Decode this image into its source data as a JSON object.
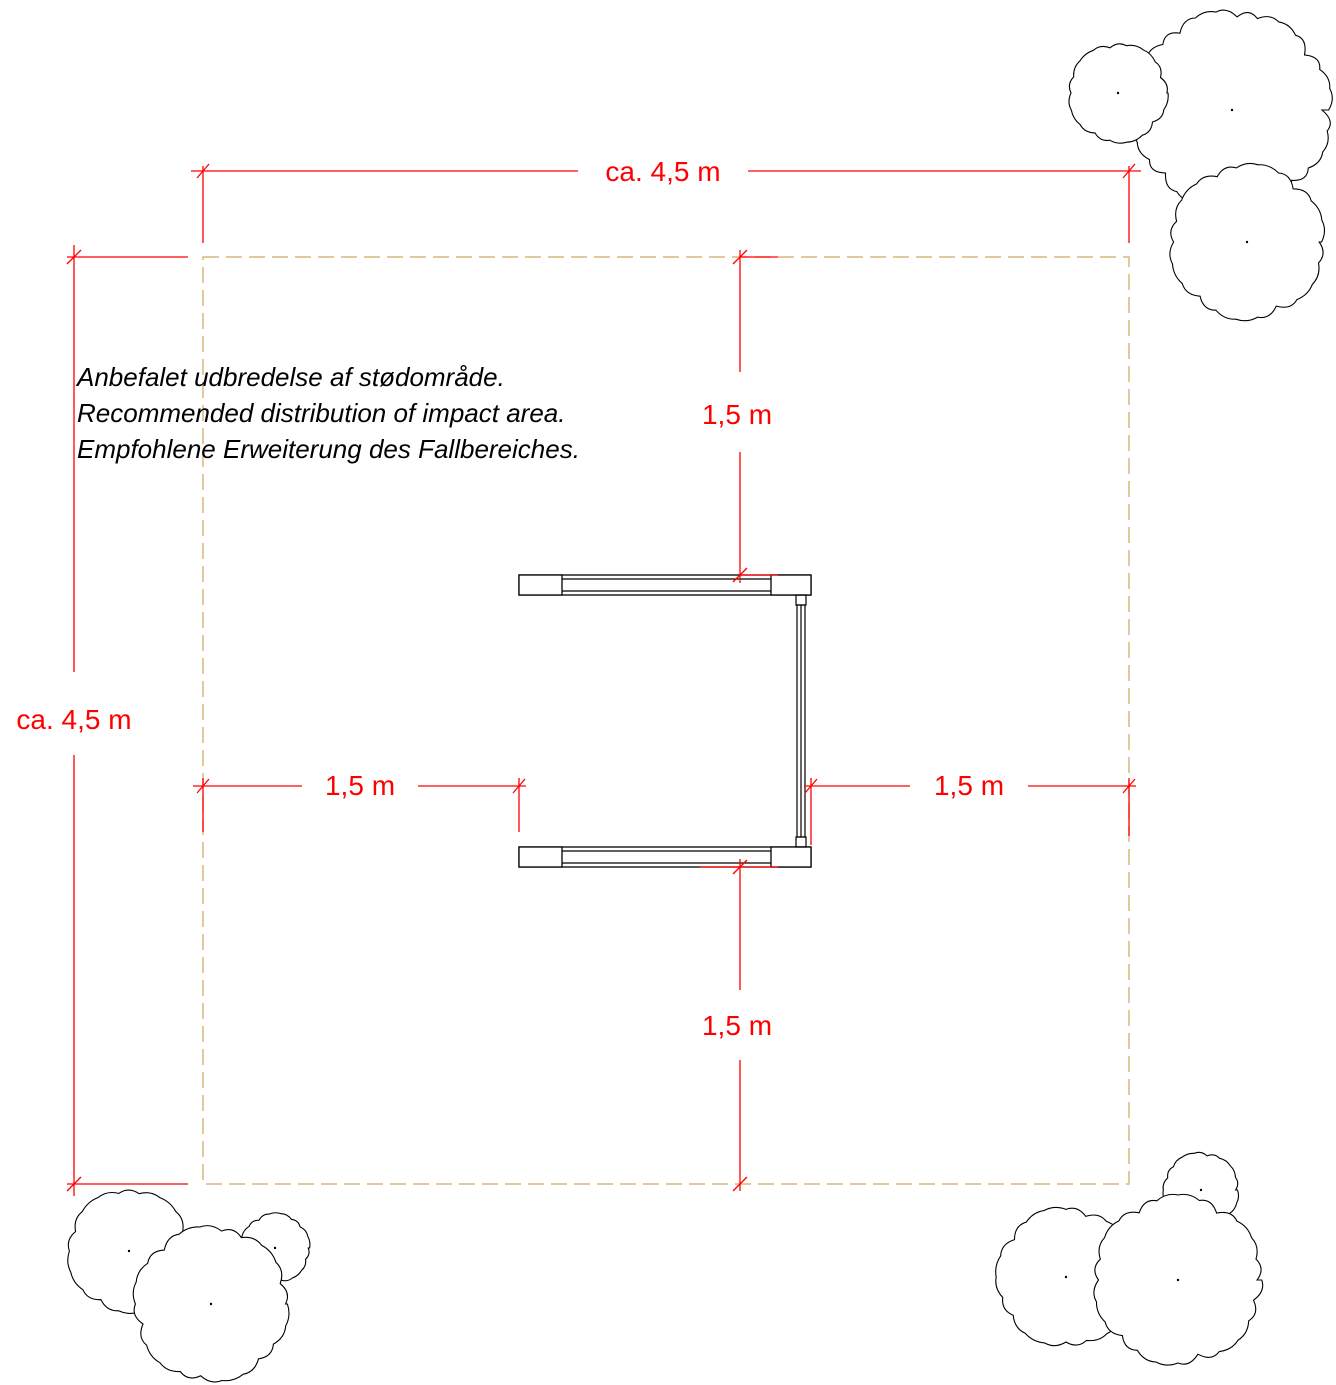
{
  "colors": {
    "dimension": "#ff0000",
    "impact_area": "#d8b77d",
    "equipment": "#000000",
    "tree": "#000000",
    "background": "#ffffff"
  },
  "note": {
    "lines": [
      "Anbefalet udbredelse af stødområde.",
      "Recommended distribution of impact area.",
      "Empfohlene Erweiterung des Fallbereiches."
    ]
  },
  "dimensions": {
    "overall_width": "ca. 4,5 m",
    "overall_height": "ca. 4,5 m",
    "clearance_top": "1,5 m",
    "clearance_bottom": "1,5 m",
    "clearance_left": "1,5 m",
    "clearance_right": "1,5 m"
  },
  "icons": {
    "tree": "tree-icon"
  }
}
